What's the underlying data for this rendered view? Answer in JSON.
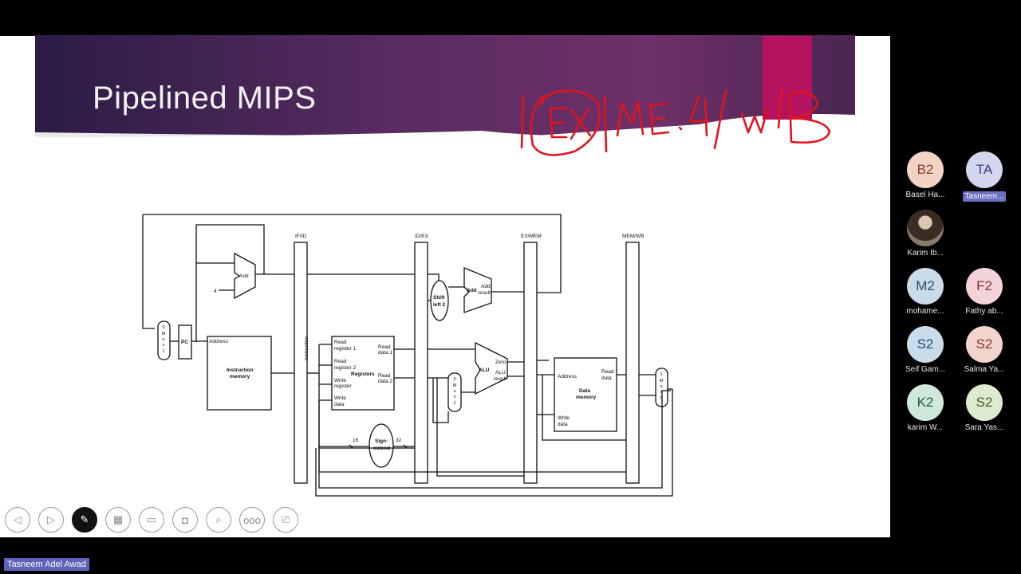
{
  "slide": {
    "title": "Pipelined MIPS",
    "annotation": "|EX|ME.4|wB"
  },
  "diagram": {
    "pipeline_registers": [
      "IF/ID",
      "ID/EX",
      "EX/MEM",
      "MEM/WB"
    ],
    "pc": "PC",
    "add_label": "Add",
    "four": "4",
    "address": "Address",
    "instruction_memory": [
      "Instruction",
      "memory"
    ],
    "instruction": "Instruction",
    "read_register_1": [
      "Read",
      "register 1"
    ],
    "read_register_2": [
      "Read",
      "register 2"
    ],
    "write_register": [
      "Write",
      "register"
    ],
    "write_data": [
      "Write",
      "data"
    ],
    "registers": "Registers",
    "read_data_1": [
      "Read",
      "data 1"
    ],
    "read_data_2": [
      "Read",
      "data 2"
    ],
    "sixteen": "16",
    "thirtytwo": "32",
    "sign_extend": [
      "Sign-",
      "extend"
    ],
    "shift_left": [
      "Shift",
      "left 2"
    ],
    "add_result": [
      "Add",
      "result"
    ],
    "alu": "ALU",
    "zero": "Zero",
    "alu_result": [
      "ALU",
      "result"
    ],
    "data_memory": [
      "Data",
      "memory"
    ],
    "dm_read_data": [
      "Read",
      "data"
    ],
    "mux": [
      "0",
      "M",
      "u",
      "x",
      "1"
    ]
  },
  "toolbar": {
    "icons": [
      "prev-icon",
      "next-icon",
      "pen-icon",
      "slides-icon",
      "subtitles-icon",
      "camera-icon",
      "zoom-icon",
      "more-icon",
      "present-icon"
    ],
    "more_label": "ooo"
  },
  "participants": [
    {
      "initials": "B2",
      "name": "Basel Ha...",
      "color": "#f3d3c6"
    },
    {
      "initials": "TA",
      "name": "Tasneem...",
      "color": "#d4d6ef",
      "self": true
    },
    {
      "initials": "",
      "name": "Karim Ib...",
      "color": "#5a4a3a",
      "photo": true
    },
    {
      "initials": "M2",
      "name": "mohame...",
      "color": "#c9dbe8"
    },
    {
      "initials": "F2",
      "name": "Fathy ab...",
      "color": "#f3d3d8"
    },
    {
      "initials": "S2",
      "name": "Seif Gam...",
      "color": "#c8dcec"
    },
    {
      "initials": "S2",
      "name": "Salma Ya...",
      "color": "#f3d4cd"
    },
    {
      "initials": "K2",
      "name": "karim W...",
      "color": "#cfe8da"
    },
    {
      "initials": "S2",
      "name": "Sara Yas...",
      "color": "#dcebd0"
    }
  ],
  "speaker": "Tasneem Adel Awad"
}
